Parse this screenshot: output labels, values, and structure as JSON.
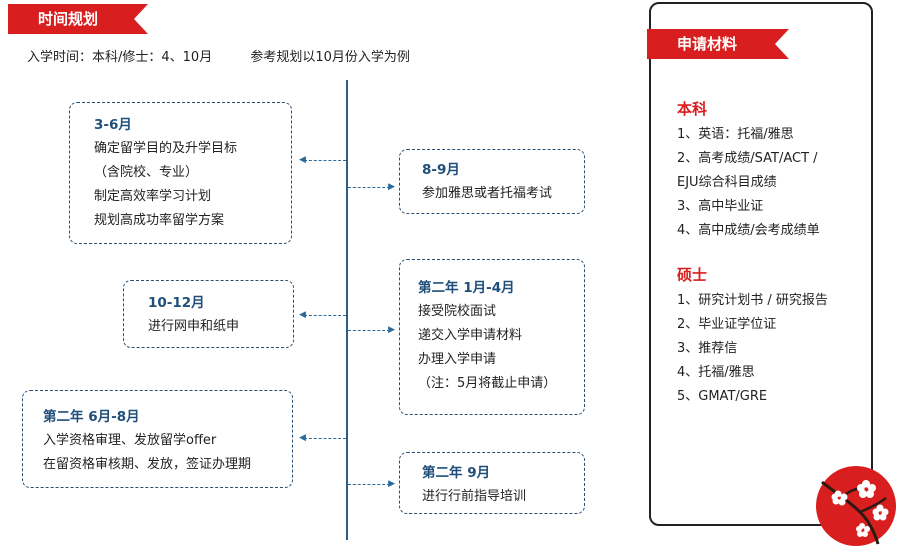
{
  "header": {
    "title": "时间规划",
    "intro": "入学时间：本科/修士：4、10月",
    "reference": "参考规划以10月份入学为例"
  },
  "timeline": [
    {
      "title": "3-6月",
      "lines": [
        "确定留学目的及升学目标",
        "（含院校、专业）",
        "制定高效率学习计划",
        "规划高成功率留学方案"
      ]
    },
    {
      "title": "8-9月",
      "lines": [
        "参加雅思或者托福考试"
      ]
    },
    {
      "title": "10-12月",
      "lines": [
        "进行网申和纸申"
      ]
    },
    {
      "title": "第二年 1月-4月",
      "lines": [
        "接受院校面试",
        "递交入学申请材料",
        "办理入学申请",
        "（注：5月将截止申请）"
      ]
    },
    {
      "title": "第二年 6月-8月",
      "lines": [
        "入学资格审理、发放留学offer",
        "在留资格审核期、发放，签证办理期"
      ]
    },
    {
      "title": "第二年 9月",
      "lines": [
        "进行行前指导培训"
      ]
    }
  ],
  "materials": {
    "title": "申请材料",
    "undergrad": {
      "title": "本科",
      "items": [
        "1、英语：托福/雅思",
        "2、高考成绩/SAT/ACT /",
        "EJU综合科目成绩",
        "3、高中毕业证",
        "4、高中成绩/会考成绩单"
      ]
    },
    "master": {
      "title": "硕士",
      "items": [
        "1、研究计划书 / 研究报告",
        "2、毕业证学位证",
        "3、推荐信",
        "4、托福/雅思",
        "5、GMAT/GRE"
      ]
    }
  },
  "colors": {
    "accent": "#d81e1e",
    "timeline_blue": "#1f4e7a"
  },
  "icons": {
    "seal": "plum-blossom-seal-icon",
    "arrow": "arrow-head-icon"
  }
}
